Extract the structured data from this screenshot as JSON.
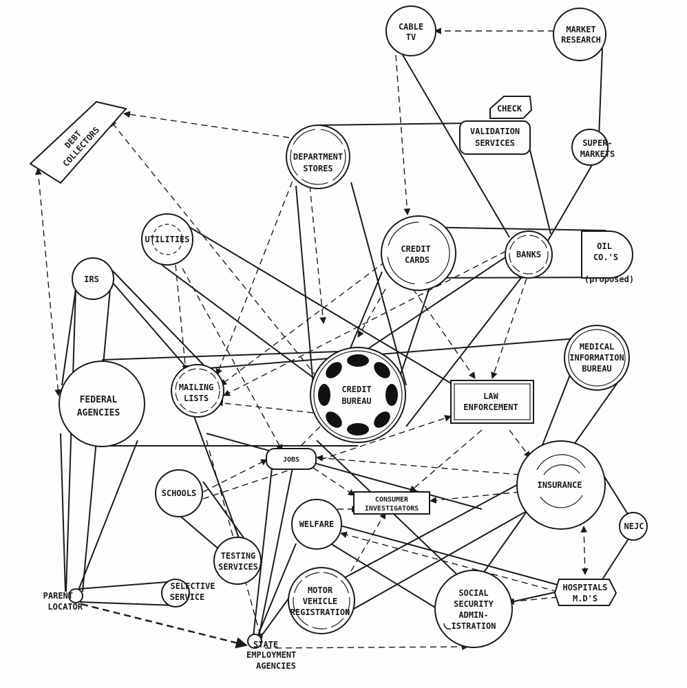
{
  "nodes": {
    "cable_tv": [
      "CABLE",
      "TV"
    ],
    "market_research": [
      "MARKET",
      "RESEARCH"
    ],
    "check_validation_top": "CHECK",
    "check_validation_bottom": [
      "VALIDATION",
      "SERVICES"
    ],
    "supermarkets": [
      "SUPER-",
      "MARKETS"
    ],
    "debt_collectors": [
      "DEBT",
      "COLLECTORS"
    ],
    "department_stores": [
      "DEPARTMENT",
      "STORES"
    ],
    "utilities": "UTILITIES",
    "credit_cards": [
      "CREDIT",
      "CARDS"
    ],
    "banks": "BANKS",
    "oil_cos": [
      "OIL",
      "CO.'S"
    ],
    "oil_cos_note": "(proposed)",
    "irs": "IRS",
    "medical_information_bureau": [
      "MEDICAL",
      "INFORMATION",
      "BUREAU"
    ],
    "federal_agencies": [
      "FEDERAL",
      "AGENCIES"
    ],
    "mailing_lists": [
      "MAILING",
      "LISTS"
    ],
    "credit_bureau": [
      "CREDIT",
      "BUREAU"
    ],
    "law_enforcement": [
      "LAW",
      "ENFORCEMENT"
    ],
    "jobs": "JOBS",
    "insurance": "INSURANCE",
    "schools": "SCHOOLS",
    "consumer_investigators": [
      "CONSUMER",
      "INVESTIGATORS"
    ],
    "welfare": "WELFARE",
    "testing_services": [
      "TESTING",
      "SERVICES"
    ],
    "nejc": "NEJC",
    "parent_locator": [
      "PARENT",
      "LOCATOR"
    ],
    "selective_service": [
      "SELECTIVE",
      "SERVICE"
    ],
    "motor_vehicle_registration": [
      "MOTOR",
      "VEHICLE",
      "REGISTRATION"
    ],
    "social_security_administration": [
      "SOCIAL",
      "SECURITY",
      "ADMIN-",
      "ISTRATION"
    ],
    "hospitals_mds": [
      "HOSPITALS",
      "M.D'S"
    ],
    "state_employment_agencies": [
      "STATE",
      "EMPLOYMENT",
      "AGENCIES"
    ]
  },
  "colors": {
    "ink": "#1a1a1a",
    "paper": "#fdfdfb"
  }
}
